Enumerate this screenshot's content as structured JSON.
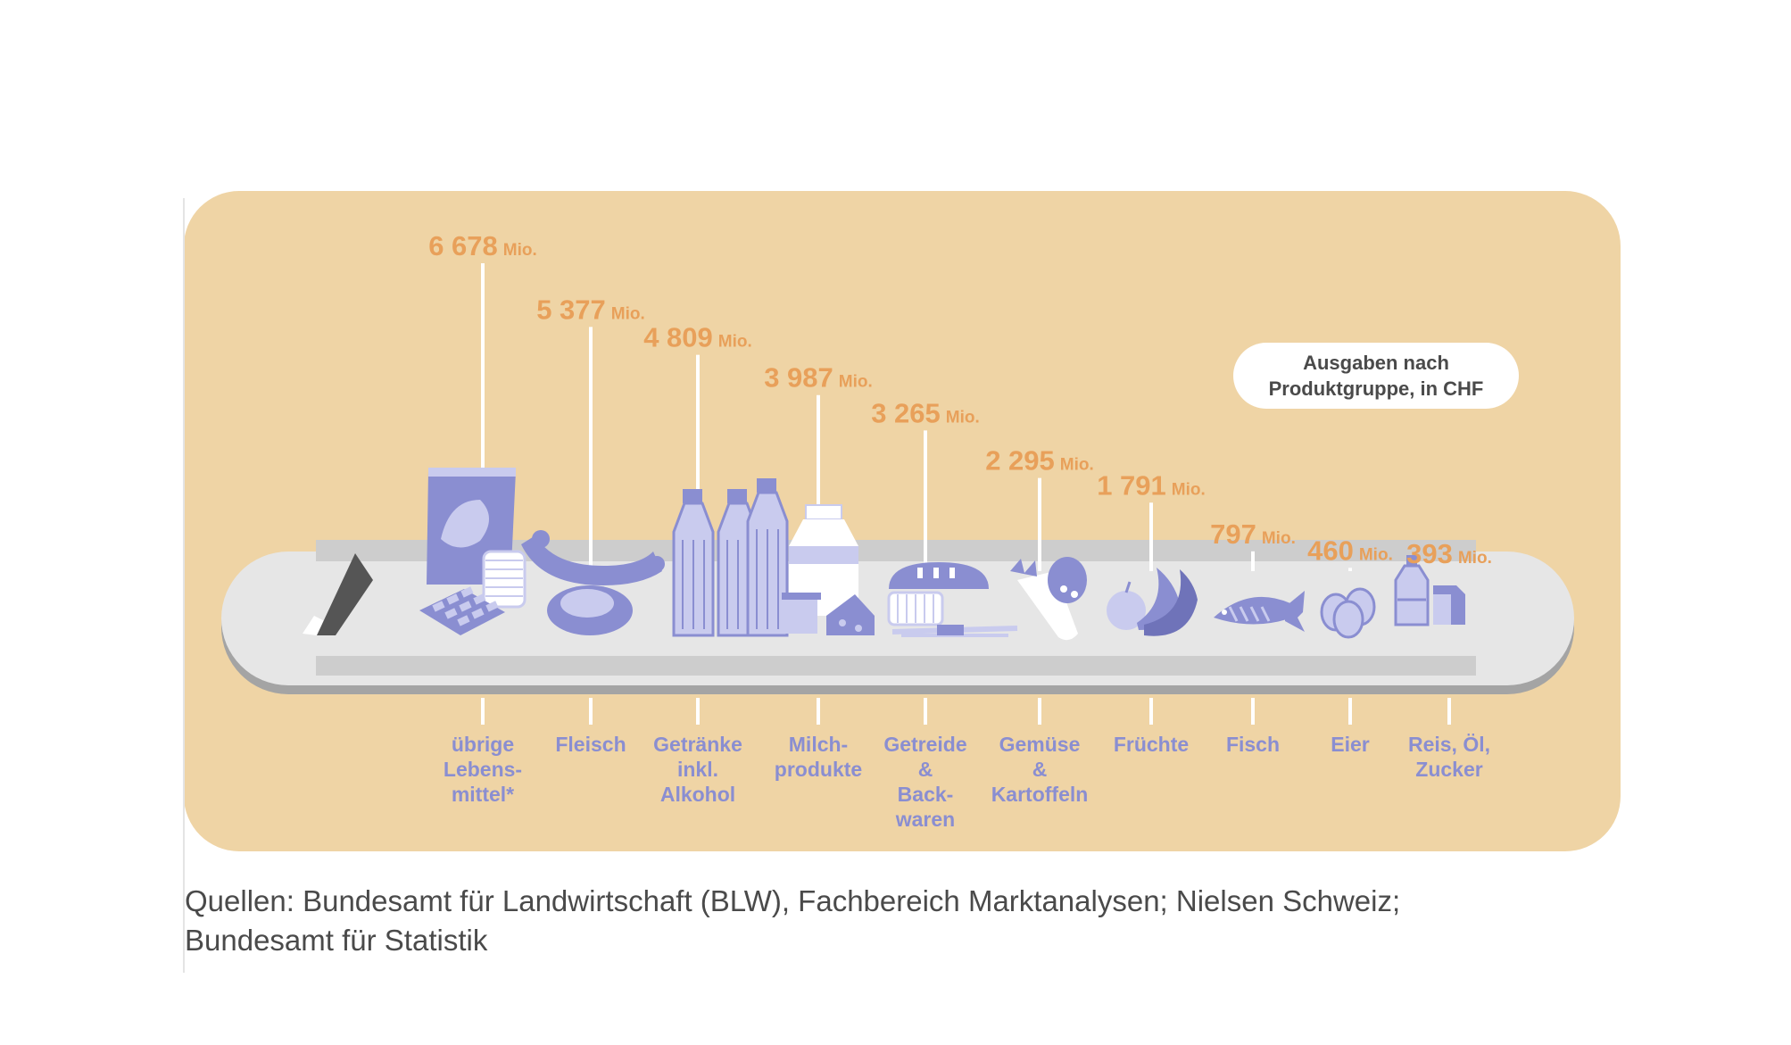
{
  "legend": {
    "text": "Ausgaben nach\nProduktgruppe, in CHF"
  },
  "source": {
    "text": "Quellen: Bundesamt für Landwirtschaft (BLW), Fachbereich Marktanalysen; Nielsen Schweiz;\nBundesamt für Statistik"
  },
  "colors": {
    "card": "#efd4a5",
    "value": "#e8a05a",
    "label": "#8a8ed1",
    "belt": "#e7e7e7",
    "icon": "#8a8ed1"
  },
  "chart_data": {
    "type": "bar",
    "unit": "Mio.",
    "categories": [
      "übrige\nLebens-\nmittel*",
      "Fleisch",
      "Getränke\ninkl.\nAlkohol",
      "Milch-\nprodukte",
      "Getreide\n&\nBack-\nwaren",
      "Gemüse\n&\nKartoffeln",
      "Früchte",
      "Fisch",
      "Eier",
      "Reis, Öl,\nZucker"
    ],
    "values": [
      6678,
      5377,
      4809,
      3987,
      3265,
      2295,
      1791,
      797,
      460,
      393
    ],
    "value_labels": [
      "6 678",
      "5 377",
      "4 809",
      "3 987",
      "3 265",
      "2 295",
      "1 791",
      "797",
      "460",
      "393"
    ],
    "icons": [
      "snack-bag-icon",
      "sausage-meat-icon",
      "bottles-icon",
      "milk-cheese-icon",
      "bread-pasta-icon",
      "carrot-potato-icon",
      "apple-banana-icon",
      "fish-icon",
      "eggs-icon",
      "oil-sugar-icon"
    ]
  }
}
